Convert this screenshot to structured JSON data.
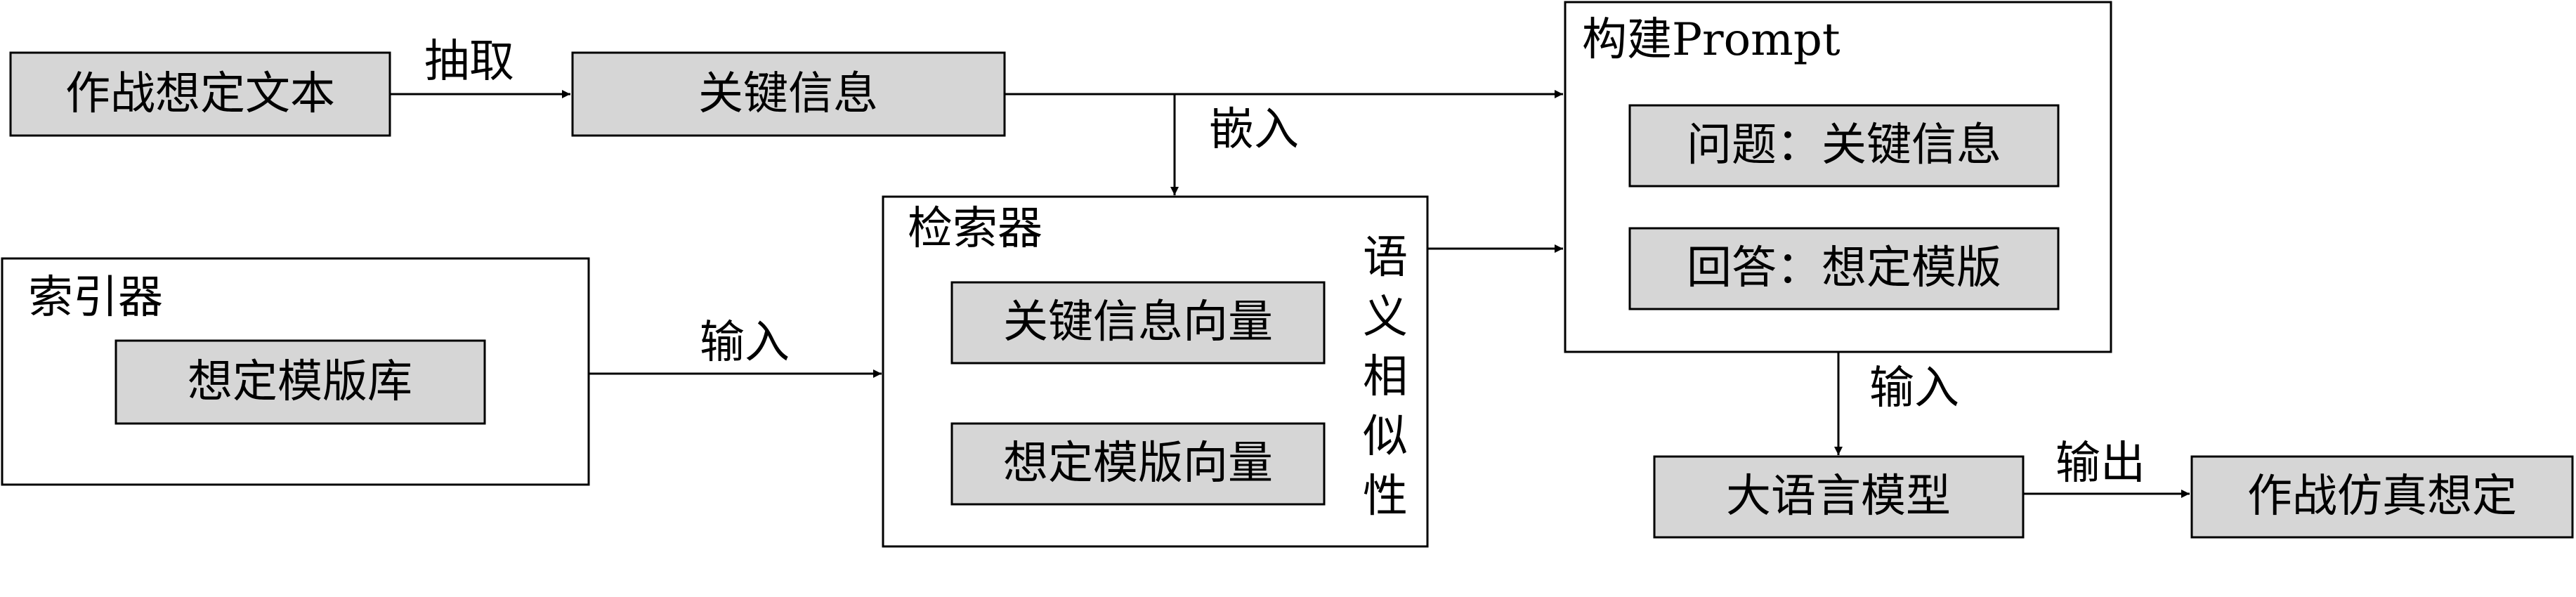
{
  "nodes": {
    "scenario_text": "作战想定文本",
    "key_info": "关键信息",
    "indexer": {
      "title": "索引器",
      "template_lib": "想定模版库"
    },
    "retriever": {
      "title": "检索器",
      "key_info_vector": "关键信息向量",
      "template_vector": "想定模版向量",
      "semantic_similarity": [
        "语",
        "义",
        "相",
        "似",
        "性"
      ]
    },
    "prompt": {
      "title": "构建Prompt",
      "question": "问题：关键信息",
      "answer": "回答：想定模版"
    },
    "llm": "大语言模型",
    "output": "作战仿真想定"
  },
  "edges": {
    "extract": "抽取",
    "embed": "嵌入",
    "input_indexer": "输入",
    "input_llm": "输入",
    "output": "输出"
  }
}
